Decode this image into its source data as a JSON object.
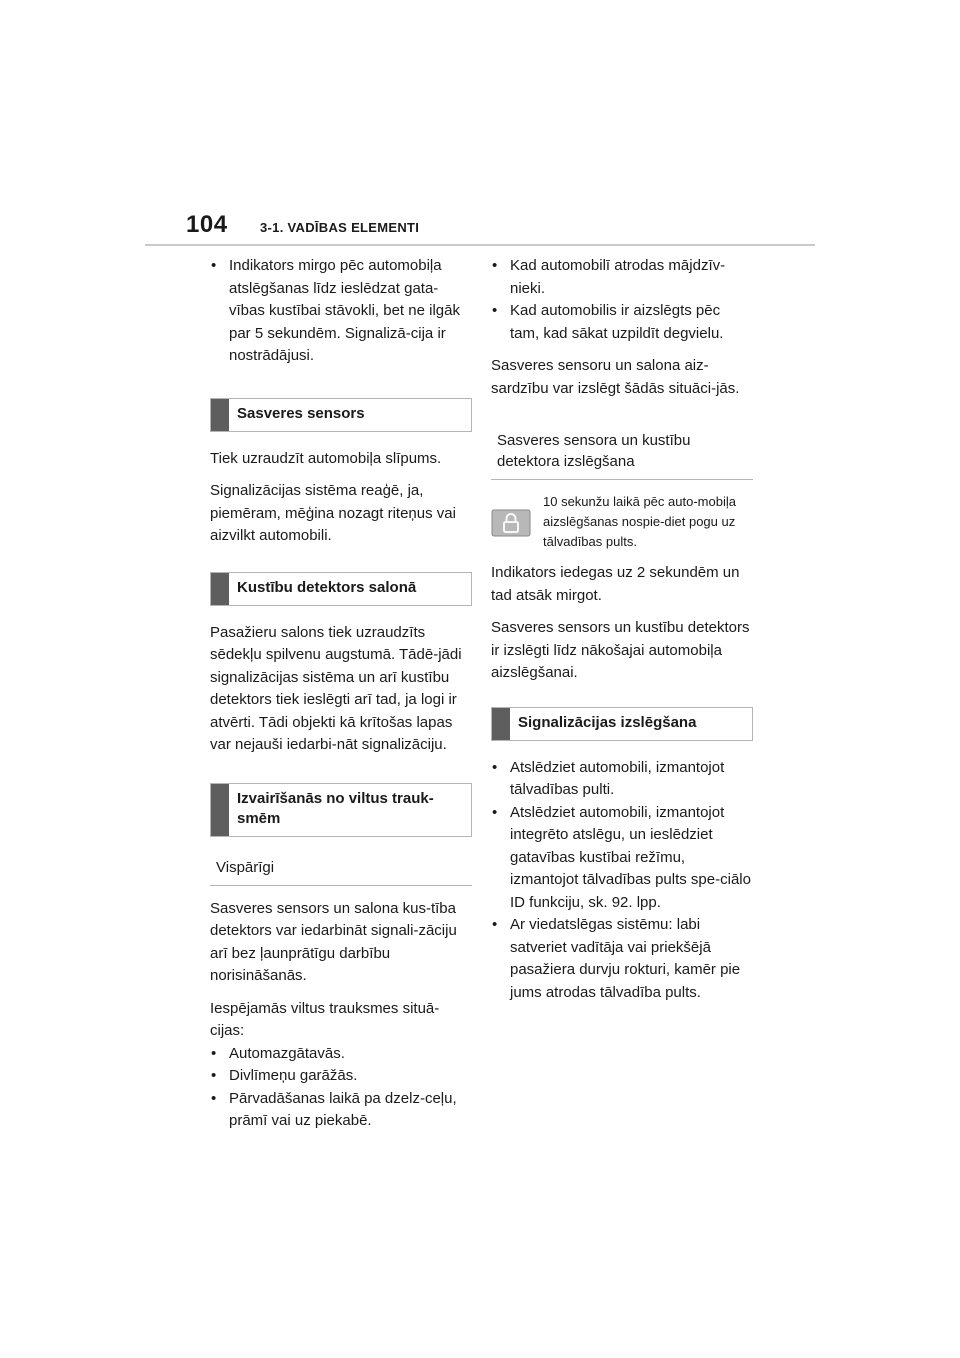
{
  "header": {
    "page_number": "104",
    "section_title": "3-1. VADĪBAS ELEMENTI"
  },
  "left": {
    "intro_bullets": [
      "Indikators mirgo pēc automobiļa atslēgšanas līdz ieslēdzat gata-vības kustībai stāvokli, bet ne ilgāk par 5 sekundēm. Signalizā-cija ir nostrādājusi."
    ],
    "heading_tilt": "Sasveres sensors",
    "tilt_p1": "Tiek uzraudzīt automobiļa slīpums.",
    "tilt_p2": "Signalizācijas sistēma reaģē, ja, piemēram, mēģina nozagt riteņus vai aizvilkt automobili.",
    "heading_motion": "Kustību detektors salonā",
    "motion_p1": "Pasažieru salons tiek uzraudzīts sēdekļu spilvenu augstumā. Tādē-jādi signalizācijas sistēma un arī kustību detektors tiek ieslēgti arī tad, ja logi ir atvērti. Tādi objekti kā krītošas lapas var nejauši iedarbi-nāt signalizāciju.",
    "heading_false": "Izvairīšanās no viltus trauk-smēm",
    "subhead_general": "Vispārīgi",
    "false_p1": "Sasveres sensors un salona kus-tība detektors var iedarbināt signali-zāciju arī bez ļaunprātīgu darbību norisināšanās.",
    "false_p2": "Iespējamās viltus trauksmes situā-cijas:",
    "false_bullets": [
      "Automazgātavās.",
      "Divlīmeņu garāžās.",
      "Pārvadāšanas laikā pa dzelz-ceļu, prāmī vai uz piekabē."
    ]
  },
  "right": {
    "top_bullets": [
      "Kad automobilī atrodas mājdzīv-nieki.",
      "Kad automobilis ir aizslēgts pēc tam, kad sākat uzpildīt degvielu."
    ],
    "p_disable": "Sasveres sensoru un salona aiz-sardzību var izslēgt šādās situāci-jās.",
    "subhead_disable": "Sasveres sensora un kustību detektora izslēgšana",
    "note_icon": "lock-icon",
    "note_text": "10 sekunžu laikā pēc auto-mobiļa aizslēgšanas nospie-diet pogu uz tālvadības pults.",
    "p_indicator": "Indikators iedegas uz 2 sekundēm un tad atsāk mirgot.",
    "p_off_until": "Sasveres sensors un kustību detektors ir izslēgti līdz nākošajai automobiļa aizslēgšanai.",
    "heading_alarm_off": "Signalizācijas izslēgšana",
    "alarm_bullets": [
      "Atslēdziet automobili, izmantojot tālvadības pulti.",
      "Atslēdziet automobili, izmantojot integrēto atslēgu, un ieslēdziet gatavības kustībai režīmu, izmantojot tālvadības pults spe-ciālo ID funkciju, sk. 92. lpp.",
      "Ar viedatslēgas sistēmu: labi satveriet vadītāja vai priekšējā pasažiera durvju rokturi, kamēr pie jums atrodas tālvadība pults."
    ]
  }
}
